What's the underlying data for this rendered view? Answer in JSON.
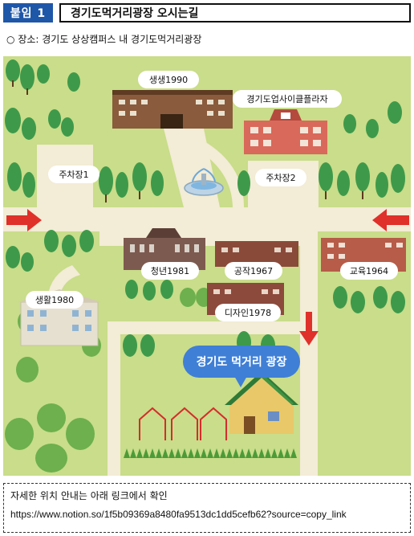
{
  "header": {
    "badge": "붙임 1",
    "title": "경기도먹거리광장 오시는길"
  },
  "location": {
    "bullet": "○",
    "text": "장소: 경기도 상상캠퍼스 내 경기도먹거리광장"
  },
  "map": {
    "labels": {
      "saengsaeng": "생생1990",
      "upcycle": "경기도업사이클플라자",
      "parking1": "주차장1",
      "parking2": "주차장2",
      "youth": "청년1981",
      "craft": "공작1967",
      "edu": "교육1964",
      "life": "생활1980",
      "design": "디자인1978",
      "plaza_callout": "경기도 먹거리 광장"
    },
    "colors": {
      "ground": "#c9dd8a",
      "road": "#f3ecd6",
      "arrow": "#e0302a",
      "callout": "#3f7fd6",
      "badge": "#1f57a8"
    }
  },
  "footer": {
    "text": "자세한 위치 안내는 아래 링크에서 확인",
    "link": "https://www.notion.so/1f5b09369a8480fa9513dc1dd5cefb62?source=copy_link"
  }
}
